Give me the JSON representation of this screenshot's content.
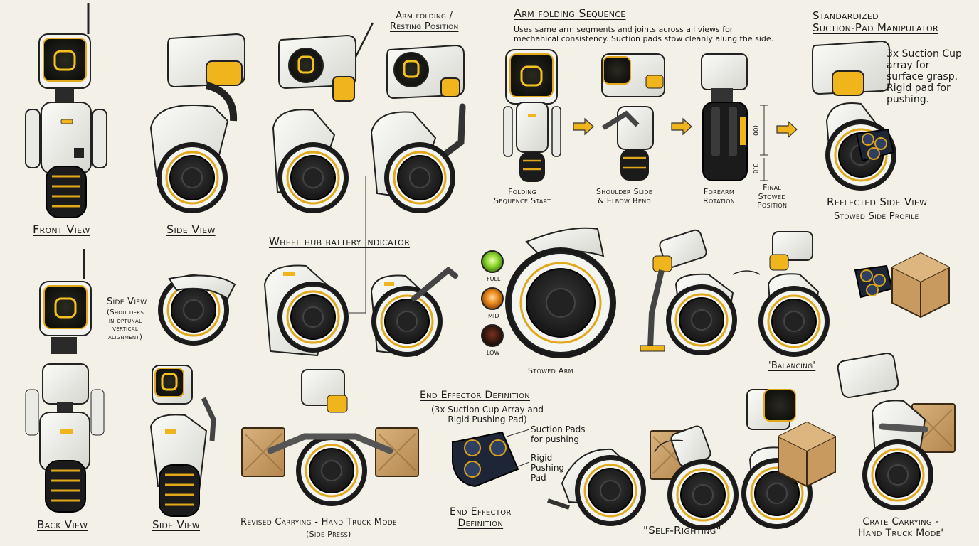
{
  "colors": {
    "paper": "#f3f0e8",
    "body_white": "#eeeeea",
    "accent_yellow": "#f0b51c",
    "dark": "#1e1e1e",
    "crate": "#c8a06a",
    "led_full": "#8fd830",
    "led_mid": "#ea8a1c",
    "led_low": "#3b1a10"
  },
  "labels": {
    "front_view": "Front View",
    "side_view_top": "Side View",
    "arm_folding_resting": [
      "Arm folding /",
      "Resting Position"
    ],
    "arm_seq_title": "Arm folding Sequence",
    "arm_seq_desc": [
      "Uses same arm segments and joints across all views for",
      "mechanical consistency. Suction pads stow cleanly alung the side."
    ],
    "seq_start": [
      "Folding",
      "Sequence Start"
    ],
    "seq_shoulder": [
      "Shoulder Slide",
      "& Elbow Bend"
    ],
    "seq_forearm": [
      "Forearm",
      "Rotation"
    ],
    "seq_final": [
      "Final",
      "Stowed",
      "Position"
    ],
    "dim_top": "(00",
    "dim_bottom": "3.8",
    "suction_title": [
      "Standardized",
      "Suction-Pad Manipulator"
    ],
    "suction_note": [
      "3x Suction Cup",
      "array for",
      "surface grasp.",
      "Rigid pad for",
      "pushing."
    ],
    "reflected_side": "Reflected Side View",
    "stowed_profile": "Stowed Side Profile",
    "side_view_mid": "Side View",
    "side_view_note": [
      "(Shoulders",
      "in optunal",
      "vertical",
      "alignment)"
    ],
    "wheel_hub": "Wheel hub battery indicator",
    "led_full": "FULL",
    "led_mid": "MID",
    "led_low": "LOW",
    "stowed_arm": "Stowed Arm",
    "balancing": "'Balancing'",
    "back_view": "Back View",
    "side_view_bottom": "Side View",
    "revised_carrying": "Revised Carrying - Hand Truck Mode",
    "side_press": "(Side Press)",
    "end_eff_title": "End Effector Definition",
    "end_eff_sub": [
      "(3x Suction Cup Array and",
      "Rigid Pushing Pad)"
    ],
    "suction_pads_note": [
      "Suction Pads",
      "for pushing"
    ],
    "rigid_pad_note": [
      "Rigid",
      "Pushing",
      "Pad"
    ],
    "end_eff_caption": [
      "End Effector",
      "Definition"
    ],
    "self_righting": "\"Self-Righting\"",
    "crate_carrying": [
      "Crate Carrying -",
      "Hand Truck Mode'"
    ]
  }
}
